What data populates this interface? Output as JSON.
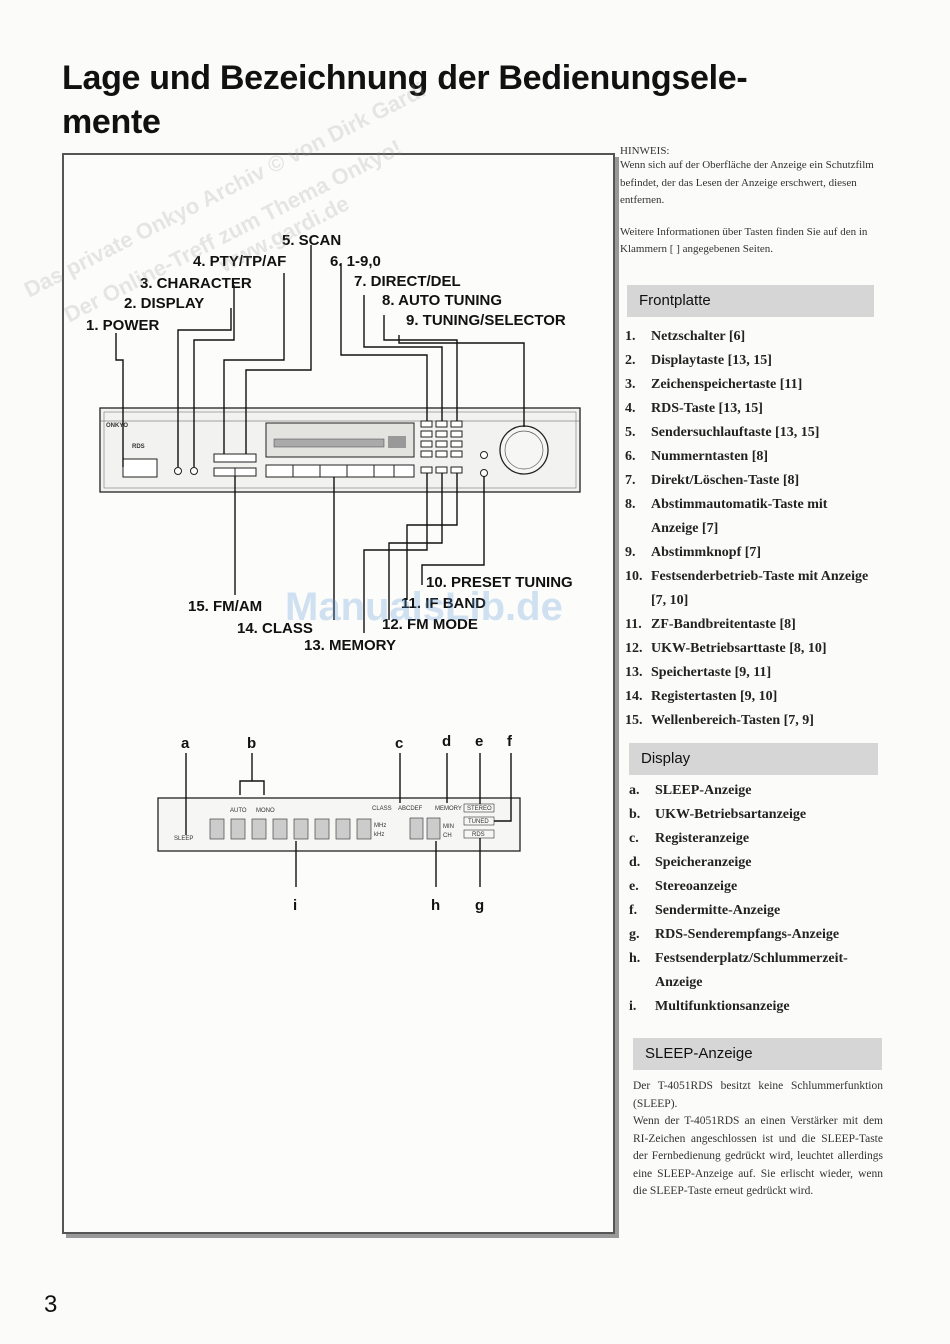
{
  "title": "Lage und Bezeichnung der Bedienungsele-mente",
  "title_line1": "Lage und Bezeichnung der Bedienungsele-",
  "title_line2": "mente",
  "hinweis": {
    "heading": "HINWEIS:",
    "text": "Wenn sich auf der Oberfläche der Anzeige ein Schutzfilm befindet, der das Lesen der Anzeige erschwert, diesen entfernen.",
    "text2": "Weitere Informationen über Tasten finden Sie auf den in Klammern [ ] angegebenen Seiten."
  },
  "frontplatte": {
    "heading": "Frontplatte",
    "items": [
      {
        "num": "1.",
        "text": "Netzschalter [6]"
      },
      {
        "num": "2.",
        "text": "Displaytaste [13, 15]"
      },
      {
        "num": "3.",
        "text": "Zeichenspeichertaste [11]"
      },
      {
        "num": "4.",
        "text": "RDS-Taste [13, 15]"
      },
      {
        "num": "5.",
        "text": "Sendersuchlauftaste [13, 15]"
      },
      {
        "num": "6.",
        "text": "Nummerntasten [8]"
      },
      {
        "num": "7.",
        "text": "Direkt/Löschen-Taste [8]"
      },
      {
        "num": "8.",
        "text": "Abstimmautomatik-Taste mit Anzeige [7]"
      },
      {
        "num": "9.",
        "text": "Abstimmknopf [7]"
      },
      {
        "num": "10.",
        "text": "Festsenderbetrieb-Taste mit Anzeige [7, 10]"
      },
      {
        "num": "11.",
        "text": "ZF-Bandbreitentaste [8]"
      },
      {
        "num": "12.",
        "text": "UKW-Betriebsarttaste [8, 10]"
      },
      {
        "num": "13.",
        "text": "Speichertaste [9, 11]"
      },
      {
        "num": "14.",
        "text": "Registertasten [9, 10]"
      },
      {
        "num": "15.",
        "text": "Wellenbereich-Tasten [7, 9]"
      }
    ]
  },
  "display": {
    "heading": "Display",
    "items": [
      {
        "num": "a.",
        "text": "SLEEP-Anzeige"
      },
      {
        "num": "b.",
        "text": "UKW-Betriebsartanzeige"
      },
      {
        "num": "c.",
        "text": "Registeranzeige"
      },
      {
        "num": "d.",
        "text": "Speicheranzeige"
      },
      {
        "num": "e.",
        "text": "Stereoanzeige"
      },
      {
        "num": "f.",
        "text": "Sendermitte-Anzeige"
      },
      {
        "num": "g.",
        "text": "RDS-Senderempfangs-Anzeige"
      },
      {
        "num": "h.",
        "text": "Festsenderplatz/Schlummerzeit-Anzeige"
      },
      {
        "num": "i.",
        "text": "Multifunktionsanzeige"
      }
    ]
  },
  "sleep": {
    "heading": "SLEEP-Anzeige",
    "p1": "Der T-4051RDS besitzt keine Schlummerfunktion (SLEEP).",
    "p2": "Wenn der T-4051RDS an einen Verstärker mit dem RI-Zeichen angeschlossen ist und die SLEEP-Taste der Fernbedienung gedrückt wird, leuchtet allerdings eine SLEEP-Anzeige auf. Sie erlischt wieder, wenn die SLEEP-Taste erneut gedrückt wird."
  },
  "diagram": {
    "front_labels": [
      "1. POWER",
      "2. DISPLAY",
      "3. CHARACTER",
      "4. PTY/TP/AF",
      "5. SCAN",
      "6. 1-9,0",
      "7. DIRECT/DEL",
      "8. AUTO TUNING",
      "9. TUNING/SELECTOR",
      "10. PRESET TUNING",
      "11. IF BAND",
      "12. FM MODE",
      "13. MEMORY",
      "14. CLASS",
      "15. FM/AM"
    ],
    "display_letters": [
      "a",
      "b",
      "c",
      "d",
      "e",
      "f",
      "g",
      "h",
      "i"
    ],
    "brand": "ONKYO",
    "rds_logo": "RDS",
    "disp_text": {
      "auto": "AUTO",
      "mono": "MONO",
      "class": "CLASS",
      "abcdef": "ABCDEF",
      "memory": "MEMORY",
      "stereo": "STEREO",
      "tuned": "TUNED",
      "rds": "RDS",
      "sleep": "SLEEP",
      "mhz": "MHz",
      "khz": "kHz",
      "min": "MIN",
      "ch": "CH"
    }
  },
  "watermarks": [
    "Das private Onkyo Archiv © von Dirk Gardi",
    "Der Online-Treff zum Thema Onkyo!",
    "www.gardi.de",
    "ManualsLib.de"
  ],
  "page_number": "3"
}
